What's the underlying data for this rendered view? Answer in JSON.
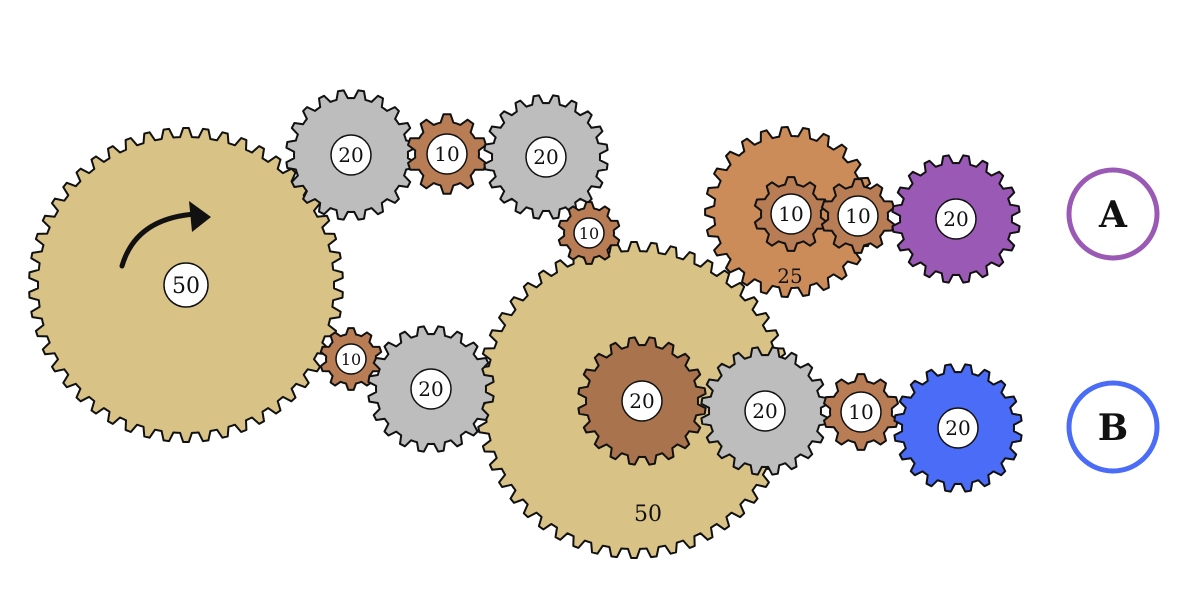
{
  "colors": {
    "tan": "#d8c286",
    "gray": "#bdbdbd",
    "brown_small": "#b97d56",
    "orange": "#cc8c5a",
    "brown_dark": "#a9734e",
    "purple": "#9b59b6",
    "blue": "#4a6cf7",
    "outline": "#111111",
    "hub": "#ffffff"
  },
  "gears": [
    {
      "id": "gear-driver-50",
      "teeth": 50,
      "label": "50",
      "color": "tan"
    },
    {
      "id": "gear-top-20-left",
      "teeth": 20,
      "label": "20",
      "color": "gray"
    },
    {
      "id": "gear-top-10",
      "teeth": 10,
      "label": "10",
      "color": "brown_small"
    },
    {
      "id": "gear-top-20-right",
      "teeth": 20,
      "label": "20",
      "color": "gray"
    },
    {
      "id": "gear-mid-10",
      "teeth": 10,
      "label": "10",
      "color": "brown_small"
    },
    {
      "id": "gear-bottom-10",
      "teeth": 10,
      "label": "10",
      "color": "brown_small"
    },
    {
      "id": "gear-bottom-20",
      "teeth": 20,
      "label": "20",
      "color": "gray"
    },
    {
      "id": "gear-big-50",
      "teeth": 50,
      "label": "50",
      "color": "tan"
    },
    {
      "id": "gear-compound-20",
      "teeth": 20,
      "label": "20",
      "color": "brown_dark"
    },
    {
      "id": "gear-gray-20-right",
      "teeth": 20,
      "label": "20",
      "color": "gray"
    },
    {
      "id": "gear-b-10",
      "teeth": 10,
      "label": "10",
      "color": "brown_small"
    },
    {
      "id": "gear-b-20",
      "teeth": 20,
      "label": "20",
      "color": "blue"
    },
    {
      "id": "gear-orange-25",
      "teeth": 25,
      "label": "25",
      "color": "orange"
    },
    {
      "id": "gear-compound-10",
      "teeth": 10,
      "label": "10",
      "color": "brown_small"
    },
    {
      "id": "gear-a-10",
      "teeth": 10,
      "label": "10",
      "color": "brown_small"
    },
    {
      "id": "gear-a-20",
      "teeth": 20,
      "label": "20",
      "color": "purple"
    }
  ],
  "answers": [
    {
      "label": "A",
      "color": "#9b59b6"
    },
    {
      "label": "B",
      "color": "#4a6cf7"
    }
  ]
}
